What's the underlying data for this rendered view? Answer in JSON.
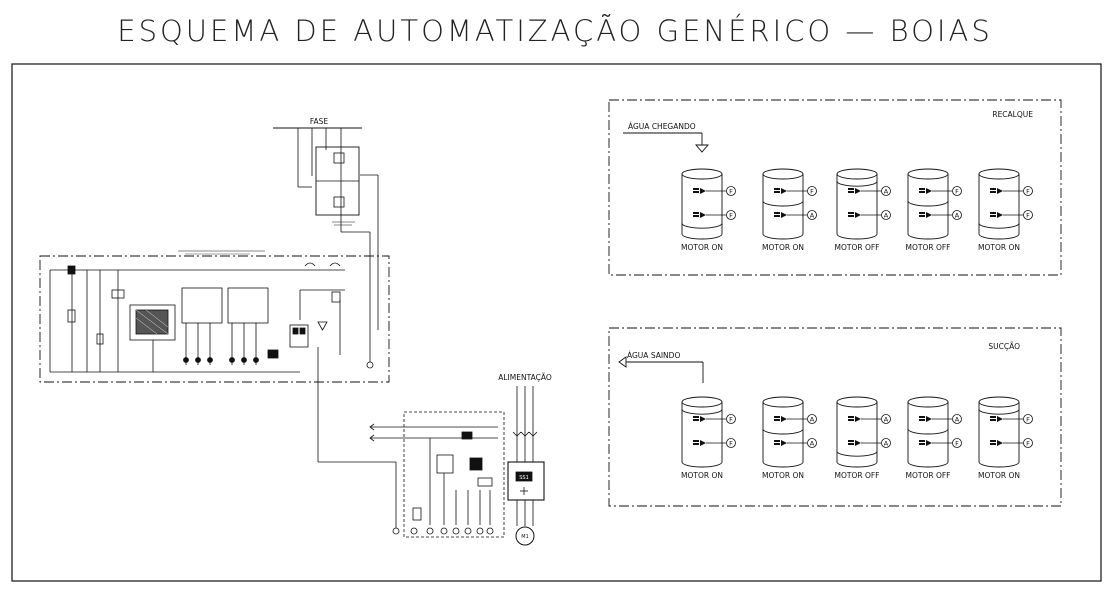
{
  "title": "ESQUEMA DE AUTOMATIZAÇÃO GENÉRICO — BOIAS",
  "schematic": {
    "fase_label": "FASE",
    "alimentacao_label": "ALIMENTAÇÃO",
    "motor_tag": "M1",
    "soft_starter_tag": "SS1"
  },
  "recalque": {
    "label": "RECALQUE",
    "water_label": "ÁGUA CHEGANDO",
    "tanks": [
      {
        "top_state": "F",
        "bottom_state": "F",
        "motor": "MOTOR ON",
        "level": "low"
      },
      {
        "top_state": "F",
        "bottom_state": "A",
        "motor": "MOTOR ON",
        "level": "mid"
      },
      {
        "top_state": "A",
        "bottom_state": "A",
        "motor": "MOTOR OFF",
        "level": "high"
      },
      {
        "top_state": "F",
        "bottom_state": "A",
        "motor": "MOTOR OFF",
        "level": "mid"
      },
      {
        "top_state": "F",
        "bottom_state": "F",
        "motor": "MOTOR ON",
        "level": "low"
      }
    ]
  },
  "succao": {
    "label": "SUCÇÃO",
    "water_label": "ÁGUA SAINDO",
    "tanks": [
      {
        "top_state": "F",
        "bottom_state": "F",
        "motor": "MOTOR ON",
        "level": "high"
      },
      {
        "top_state": "A",
        "bottom_state": "A",
        "motor": "MOTOR ON",
        "level": "mid"
      },
      {
        "top_state": "A",
        "bottom_state": "A",
        "motor": "MOTOR OFF",
        "level": "low"
      },
      {
        "top_state": "A",
        "bottom_state": "F",
        "motor": "MOTOR OFF",
        "level": "mid"
      },
      {
        "top_state": "F",
        "bottom_state": "F",
        "motor": "MOTOR ON",
        "level": "high"
      }
    ]
  }
}
